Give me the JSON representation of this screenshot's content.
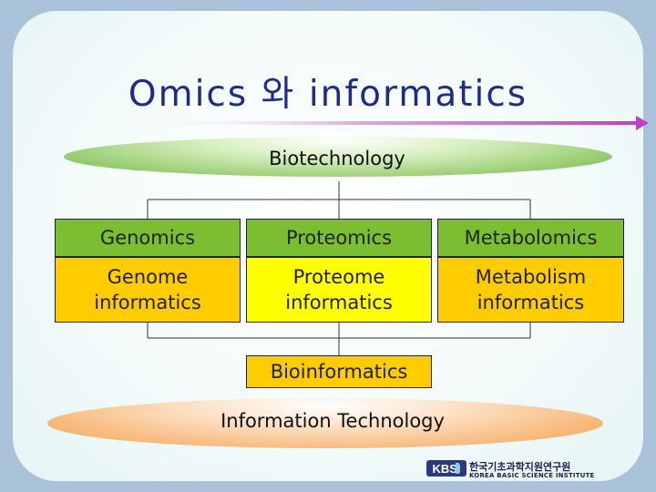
{
  "title": "Omics 와 informatics",
  "top_band": "Biotechnology",
  "bottom_band": "Information Technology",
  "omics": [
    {
      "field": "Genomics",
      "informatics": [
        "Genome",
        "informatics"
      ]
    },
    {
      "field": "Proteomics",
      "informatics": [
        "Proteome",
        "informatics"
      ]
    },
    {
      "field": "Metabolomics",
      "informatics": [
        "Metabolism",
        "informatics"
      ]
    }
  ],
  "bioinformatics": "Bioinformatics",
  "logo": {
    "mark": "KBSI",
    "korean": "한국기초과학지원연구원",
    "english": "KOREA BASIC SCIENCE INSTITUTE"
  },
  "colors": {
    "title": "#1c2d8c",
    "omics_row": "#7cbe32",
    "informatics_orange": "#ffcc00",
    "informatics_yellow": "#ffff00",
    "arrow": "#c33fc7"
  }
}
